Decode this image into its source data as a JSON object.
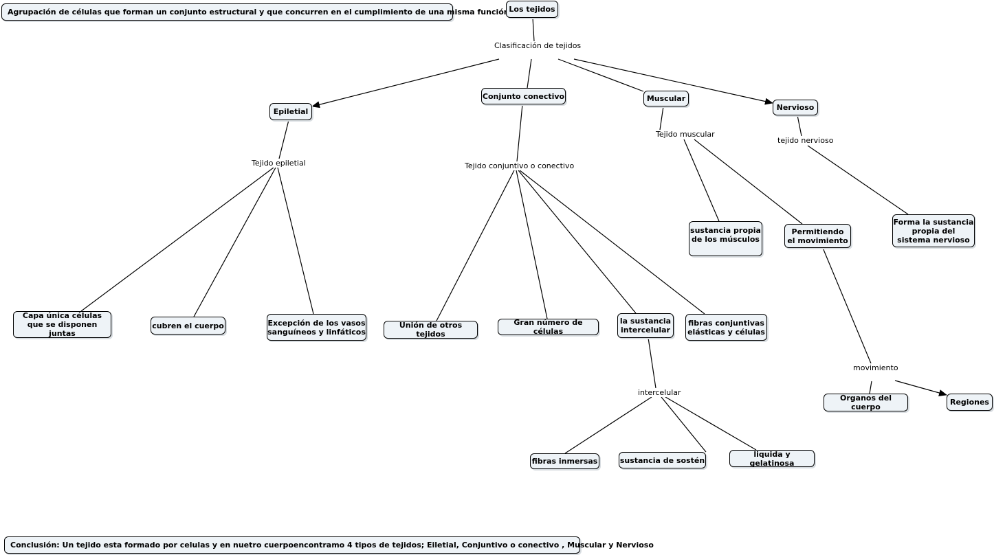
{
  "definition": "Agrupación de células que forman un conjunto estructural y que concurren en el cumplimiento de una misma función",
  "root": "Los tejidos",
  "root_link": "Clasificación de tejidos",
  "branches": {
    "epitelial": {
      "title": "Epiletial",
      "link": "Tejido epiletial",
      "children": [
        "Capa única células\nque se disponen juntas",
        "cubren el cuerpo",
        "Excepción de los vasos\nsanguíneos y linfáticos"
      ]
    },
    "conectivo": {
      "title": "Conjunto conectivo",
      "link": "Tejido conjuntivo o conectivo",
      "children": [
        "Unión de otros tejidos",
        "Gran número de células",
        "la sustancia\nintercelular",
        "fibras conjuntivas\nelásticas y células"
      ],
      "sub_link": "intercelular",
      "sub_children": [
        "fibras inmersas",
        "sustancia de sostén",
        "liquida y gelatinosa"
      ]
    },
    "muscular": {
      "title": "Muscular",
      "link": "Tejido muscular",
      "children": [
        "sustancia propia\nde los músculos",
        "Permitiendo\nel movimiento"
      ],
      "sub_link": "movimiento",
      "sub_children": [
        "Órganos del cuerpo",
        "Regiones"
      ]
    },
    "nervioso": {
      "title": "Nervioso",
      "link": "tejido nervioso",
      "children": [
        "Forma la sustancia\npropia del\nsistema nervioso"
      ]
    }
  },
  "conclusion": "Conclusión: Un tejido esta formado por celulas y en nuetro cuerpoencontramo 4 tipos de tejidos; Eiletial, Conjuntivo o conectivo , Muscular y Nervioso",
  "colors": {
    "node_fill": "#eef3f7",
    "border": "#000000",
    "line": "#000000"
  }
}
